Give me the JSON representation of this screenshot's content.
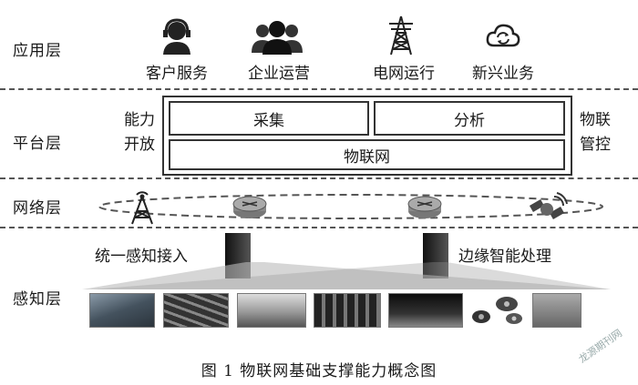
{
  "layers": {
    "application": "应用层",
    "platform": "平台层",
    "network": "网络层",
    "perception": "感知层"
  },
  "application_items": [
    {
      "label": "客户服务",
      "icon": "customer-service-icon"
    },
    {
      "label": "企业运营",
      "icon": "enterprise-group-icon"
    },
    {
      "label": "电网运行",
      "icon": "power-tower-icon"
    },
    {
      "label": "新兴业务",
      "icon": "cloud-sync-icon"
    }
  ],
  "platform": {
    "left_side": [
      "能力",
      "开放"
    ],
    "right_side": [
      "物联",
      "管控"
    ],
    "collect": "采集",
    "analyze": "分析",
    "iot_network": "物联网"
  },
  "network_icons": [
    "antenna-tower-icon",
    "router-icon",
    "router-icon",
    "satellite-icon"
  ],
  "perception": {
    "left_label": "统一感知接入",
    "right_label": "边缘智能处理",
    "images": [
      "solar-field",
      "substation-rows",
      "charging-station",
      "switchgear",
      "night-substation",
      "surveillance-cameras",
      "meter-cabinet"
    ]
  },
  "caption": "图 1    物联网基础支撑能力概念图",
  "watermark": "龙源期刊网"
}
